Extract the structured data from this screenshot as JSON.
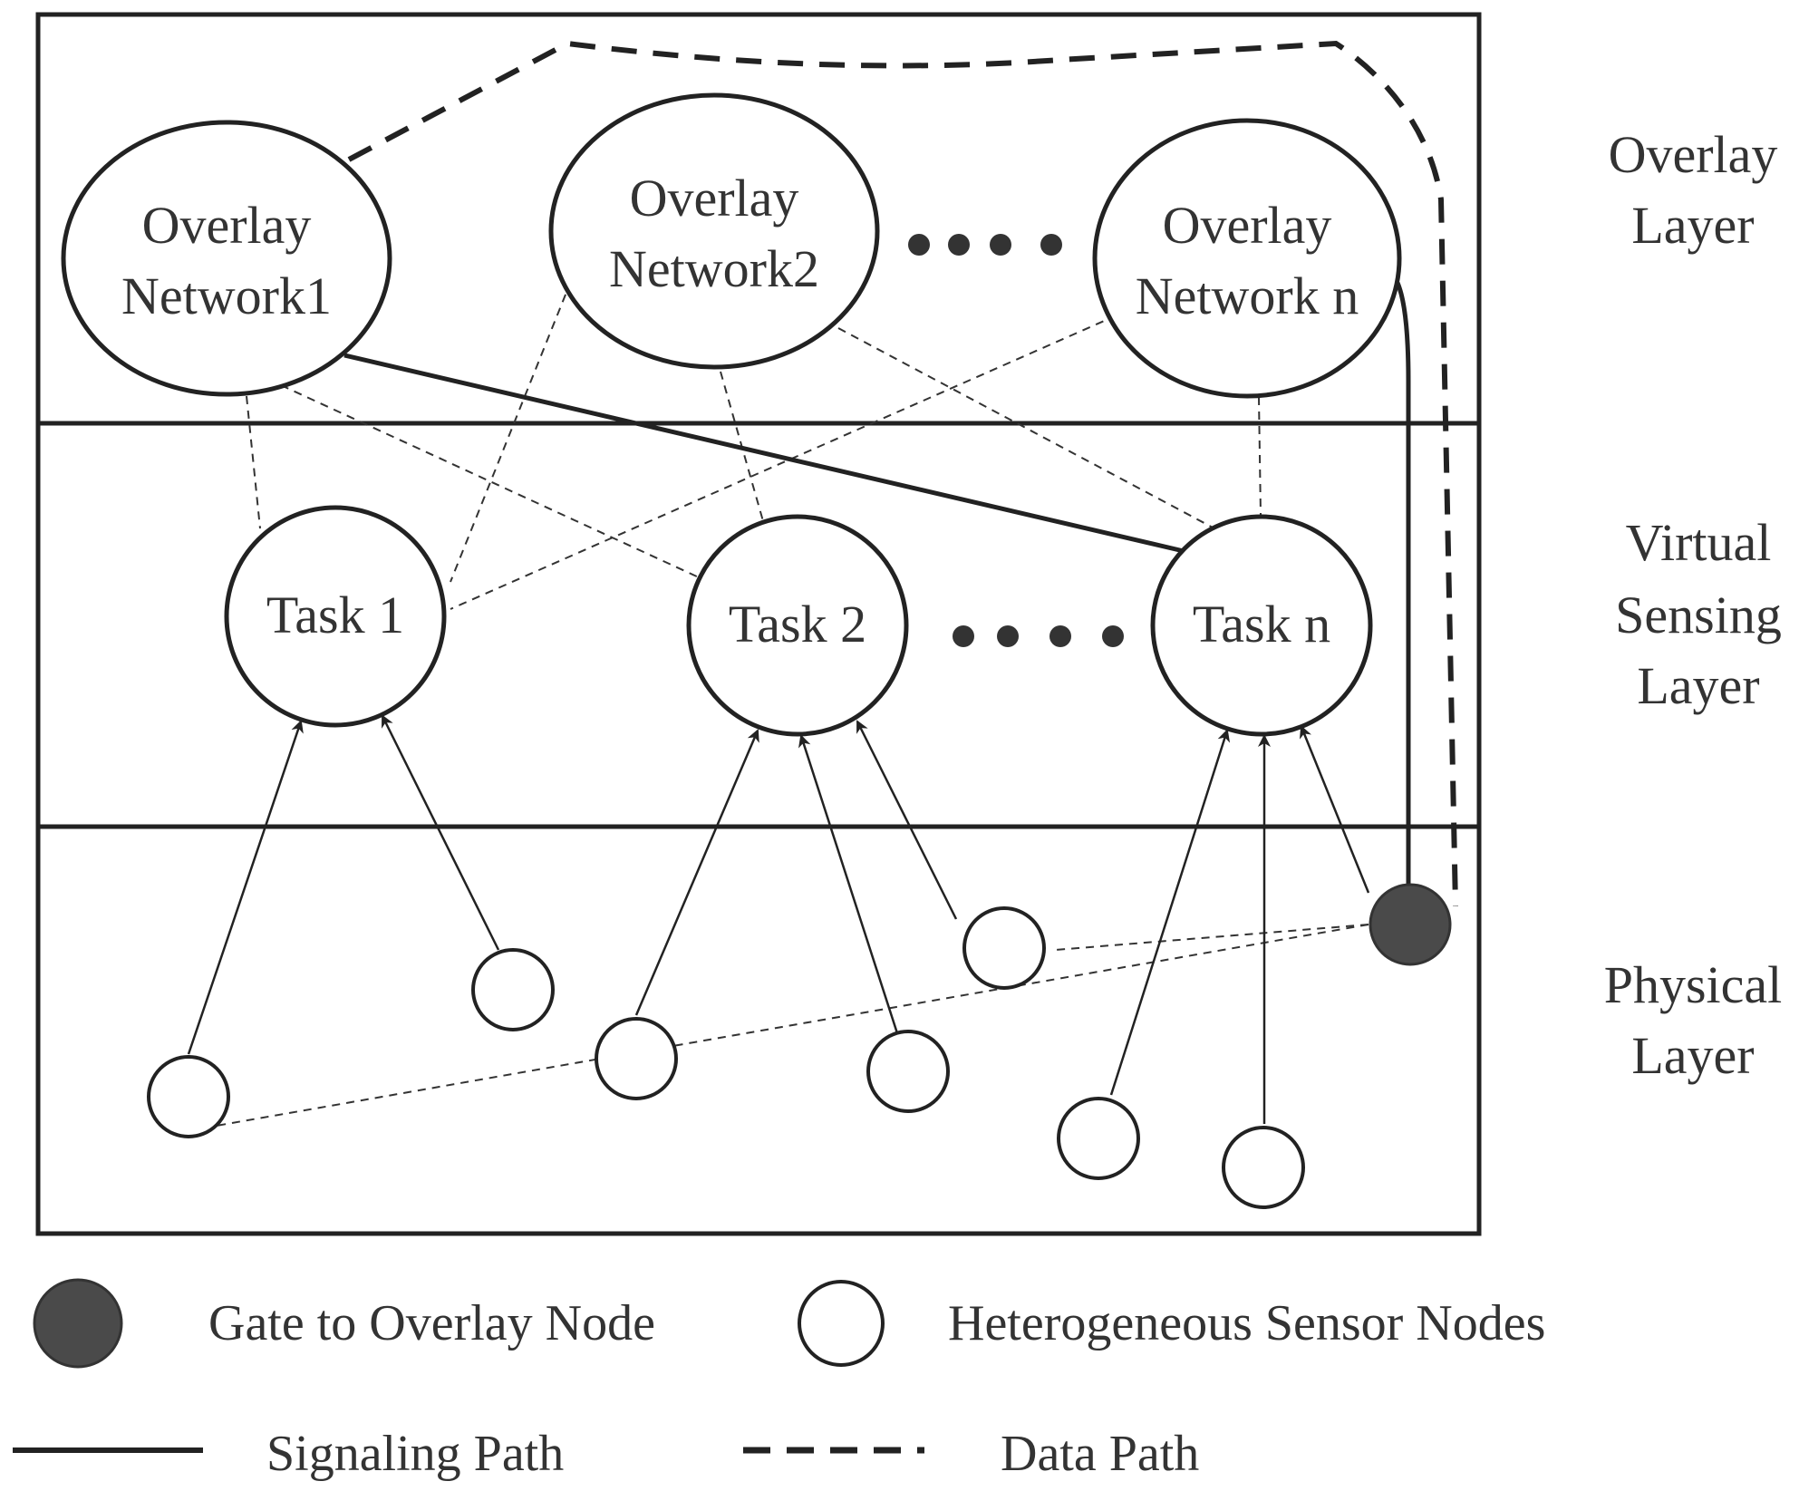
{
  "layers": [
    {
      "lines": [
        "Overlay",
        "Layer"
      ]
    },
    {
      "lines": [
        "Virtual",
        "Sensing",
        "Layer"
      ]
    },
    {
      "lines": [
        "Physical",
        "Layer"
      ]
    }
  ],
  "overlay_networks": [
    {
      "lines": [
        "Overlay",
        "Network1"
      ]
    },
    {
      "lines": [
        "Overlay",
        "Network2"
      ]
    },
    {
      "lines": [
        "Overlay",
        "Network n"
      ]
    }
  ],
  "tasks": [
    {
      "label": "Task 1"
    },
    {
      "label": "Task 2"
    },
    {
      "label": "Task n"
    }
  ],
  "legend": {
    "gate_node": "Gate to Overlay Node",
    "sensor_nodes": "Heterogeneous Sensor Nodes",
    "signaling_path": "Signaling Path",
    "data_path": "Data Path"
  },
  "colors": {
    "stroke": "#222222",
    "gate_fill": "#4a4a4a",
    "text": "#333333"
  }
}
